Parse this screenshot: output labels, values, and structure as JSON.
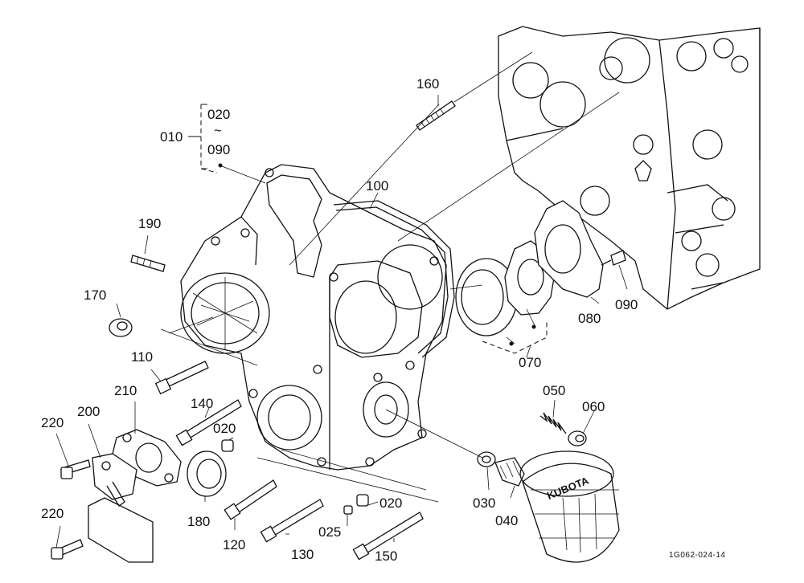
{
  "callouts": {
    "c010": "010",
    "c020_top": "020",
    "tilde": "~",
    "c090_top": "090",
    "c160": "160",
    "c100": "100",
    "c190": "190",
    "c170": "170",
    "c110": "110",
    "c210": "210",
    "c200": "200",
    "c220_a": "220",
    "c220_b": "220",
    "c140": "140",
    "c020_mid": "020",
    "c180": "180",
    "c120": "120",
    "c130": "130",
    "c025": "025",
    "c020_low": "020",
    "c150": "150",
    "c070": "070",
    "c080": "080",
    "c090": "090",
    "c050": "050",
    "c060": "060",
    "c030": "030",
    "c040": "040"
  },
  "figure_code": "1G062-024-14",
  "filter_brand": "KUBOTA"
}
